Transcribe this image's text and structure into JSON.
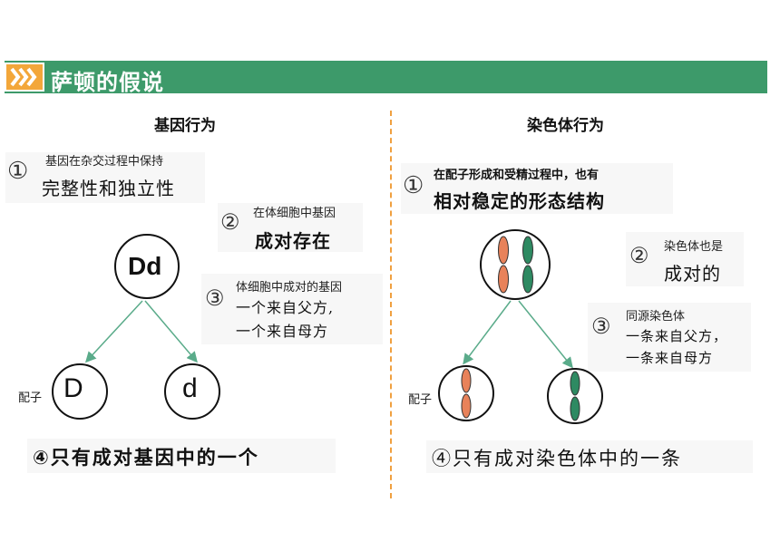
{
  "header": {
    "title": "萨顿的假说"
  },
  "left": {
    "heading": "基因行为",
    "p1": {
      "num": "①",
      "small": "基因在杂交过程中保持",
      "big": "完整性和独立性"
    },
    "p2": {
      "num": "②",
      "small": "在体细胞中基因",
      "big": "成对存在"
    },
    "p3": {
      "num": "③",
      "small": "体细胞中成对的基因",
      "line1": "一个来自父方,",
      "line2": "一个来自母方"
    },
    "cell_parent": "Dd",
    "cell_d_upper": "D",
    "cell_d_lower": "d",
    "gamete_label": "配子",
    "p4": "④只有成对基因中的一个"
  },
  "right": {
    "heading": "染色体行为",
    "p1": {
      "num": "①",
      "small": "在配子形成和受精过程中，也有",
      "big": "相对稳定的形态结构"
    },
    "p2": {
      "num": "②",
      "small": "染色体也是",
      "big": "成对的"
    },
    "p3": {
      "num": "③",
      "small": "同源染色体",
      "line1": "一条来自父方，",
      "line2": "一条来自母方"
    },
    "gamete_label": "配子",
    "p4": "④只有成对染色体中的一条"
  },
  "colors": {
    "title_bar": "#3d9a6a",
    "chevron": "#f3a73a",
    "divider": "#f0a040",
    "arrow": "#5aab8a",
    "chrom_orange": "#e8825a",
    "chrom_green": "#2e8a62"
  }
}
